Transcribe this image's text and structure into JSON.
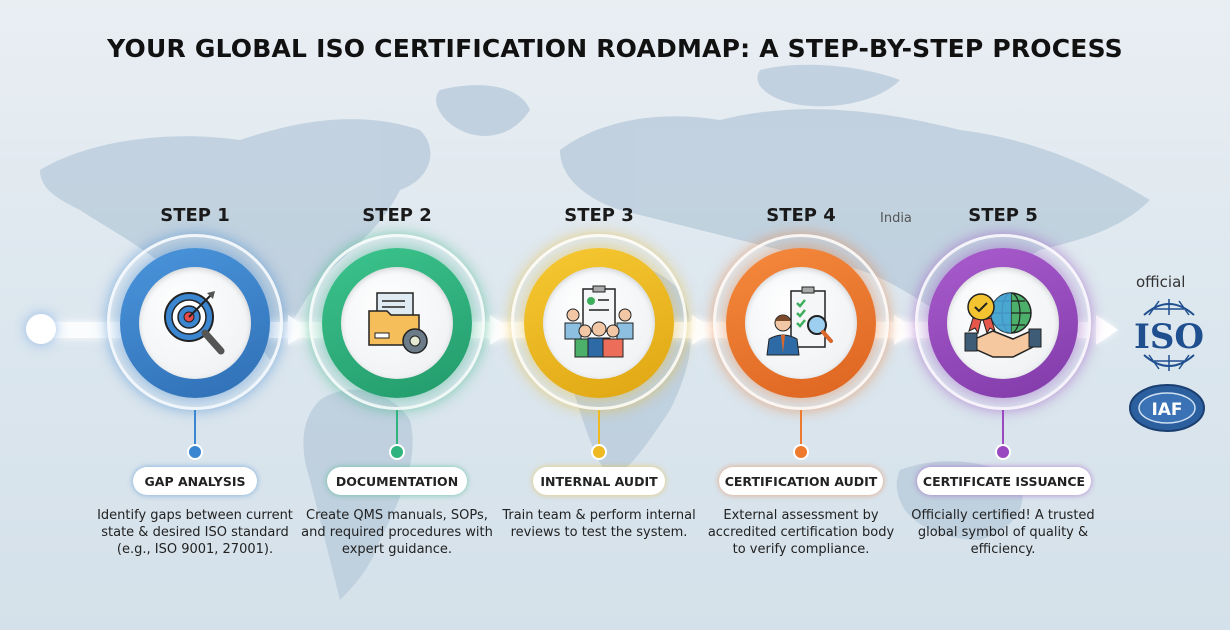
{
  "title": "YOUR GLOBAL ISO CERTIFICATION ROADMAP: A STEP-BY-STEP PROCESS",
  "map_label": "India",
  "steps": [
    {
      "label": "STEP 1",
      "title": "GAP ANALYSIS",
      "description": "Identify gaps between current state & desired ISO standard (e.g., ISO 9001, 27001).",
      "icon": "target-magnifier-icon",
      "color": "#3b86d1"
    },
    {
      "label": "STEP 2",
      "title": "DOCUMENTATION",
      "description": "Create QMS manuals, SOPs, and required procedures with expert guidance.",
      "icon": "folder-gear-icon",
      "color": "#2fb37f"
    },
    {
      "label": "STEP 3",
      "title": "INTERNAL AUDIT",
      "description": "Train team & perform internal reviews to test the system.",
      "icon": "team-clipboard-icon",
      "color": "#efb921"
    },
    {
      "label": "STEP 4",
      "title": "CERTIFICATION AUDIT",
      "description": "External assessment by accredited certification body to verify compliance.",
      "icon": "auditor-clipboard-icon",
      "color": "#ee7a2d"
    },
    {
      "label": "STEP 5",
      "title": "CERTIFICATE ISSUANCE",
      "description": "Officially certified! A trusted global symbol of quality & efficiency.",
      "icon": "badge-globe-handshake-icon",
      "color": "#9a48bf"
    }
  ],
  "logos": {
    "official_label": "official",
    "iso_text": "ISO",
    "iaf_text": "IAF",
    "iso_color": "#1f4f8f"
  }
}
